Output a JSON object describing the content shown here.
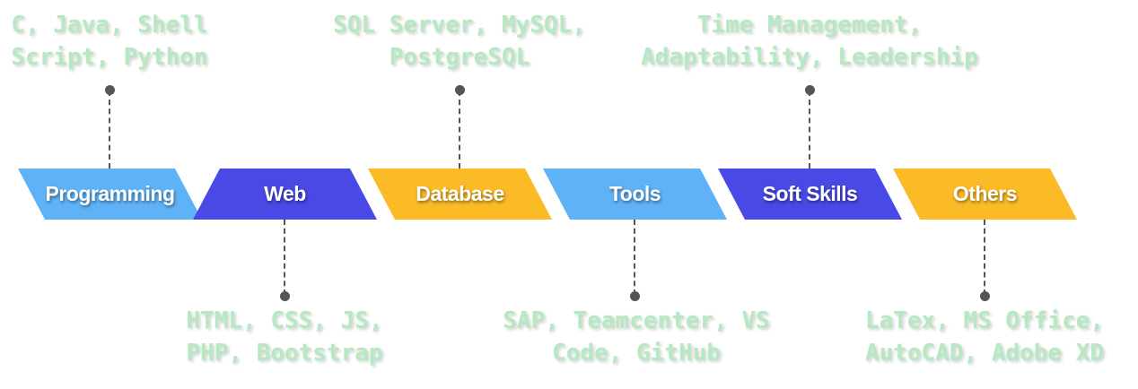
{
  "categories": [
    {
      "label": "Programming",
      "color": "#5fb2f6",
      "skills": [
        "C, Java, Shell",
        "Script, Python"
      ]
    },
    {
      "label": "Web",
      "color": "#4949e6",
      "skills": [
        "HTML, CSS, JS,",
        "PHP, Bootstrap"
      ]
    },
    {
      "label": "Database",
      "color": "#fbbb27",
      "skills": [
        "SQL Server, MySQL,",
        "PostgreSQL"
      ]
    },
    {
      "label": "Tools",
      "color": "#5fb2f6",
      "skills": [
        "SAP, Teamcenter, VS",
        "Code, GitHub"
      ]
    },
    {
      "label": "Soft Skills",
      "color": "#4949e6",
      "skills": [
        "Time Management,",
        "Adaptability, Leadership"
      ]
    },
    {
      "label": "Others",
      "color": "#fbbb27",
      "skills": [
        "LaTex, MS Office,",
        "AutoCAD, Adobe XD"
      ]
    }
  ],
  "colors": {
    "skill_text": "#b6e9c2",
    "connector": "#555555"
  }
}
